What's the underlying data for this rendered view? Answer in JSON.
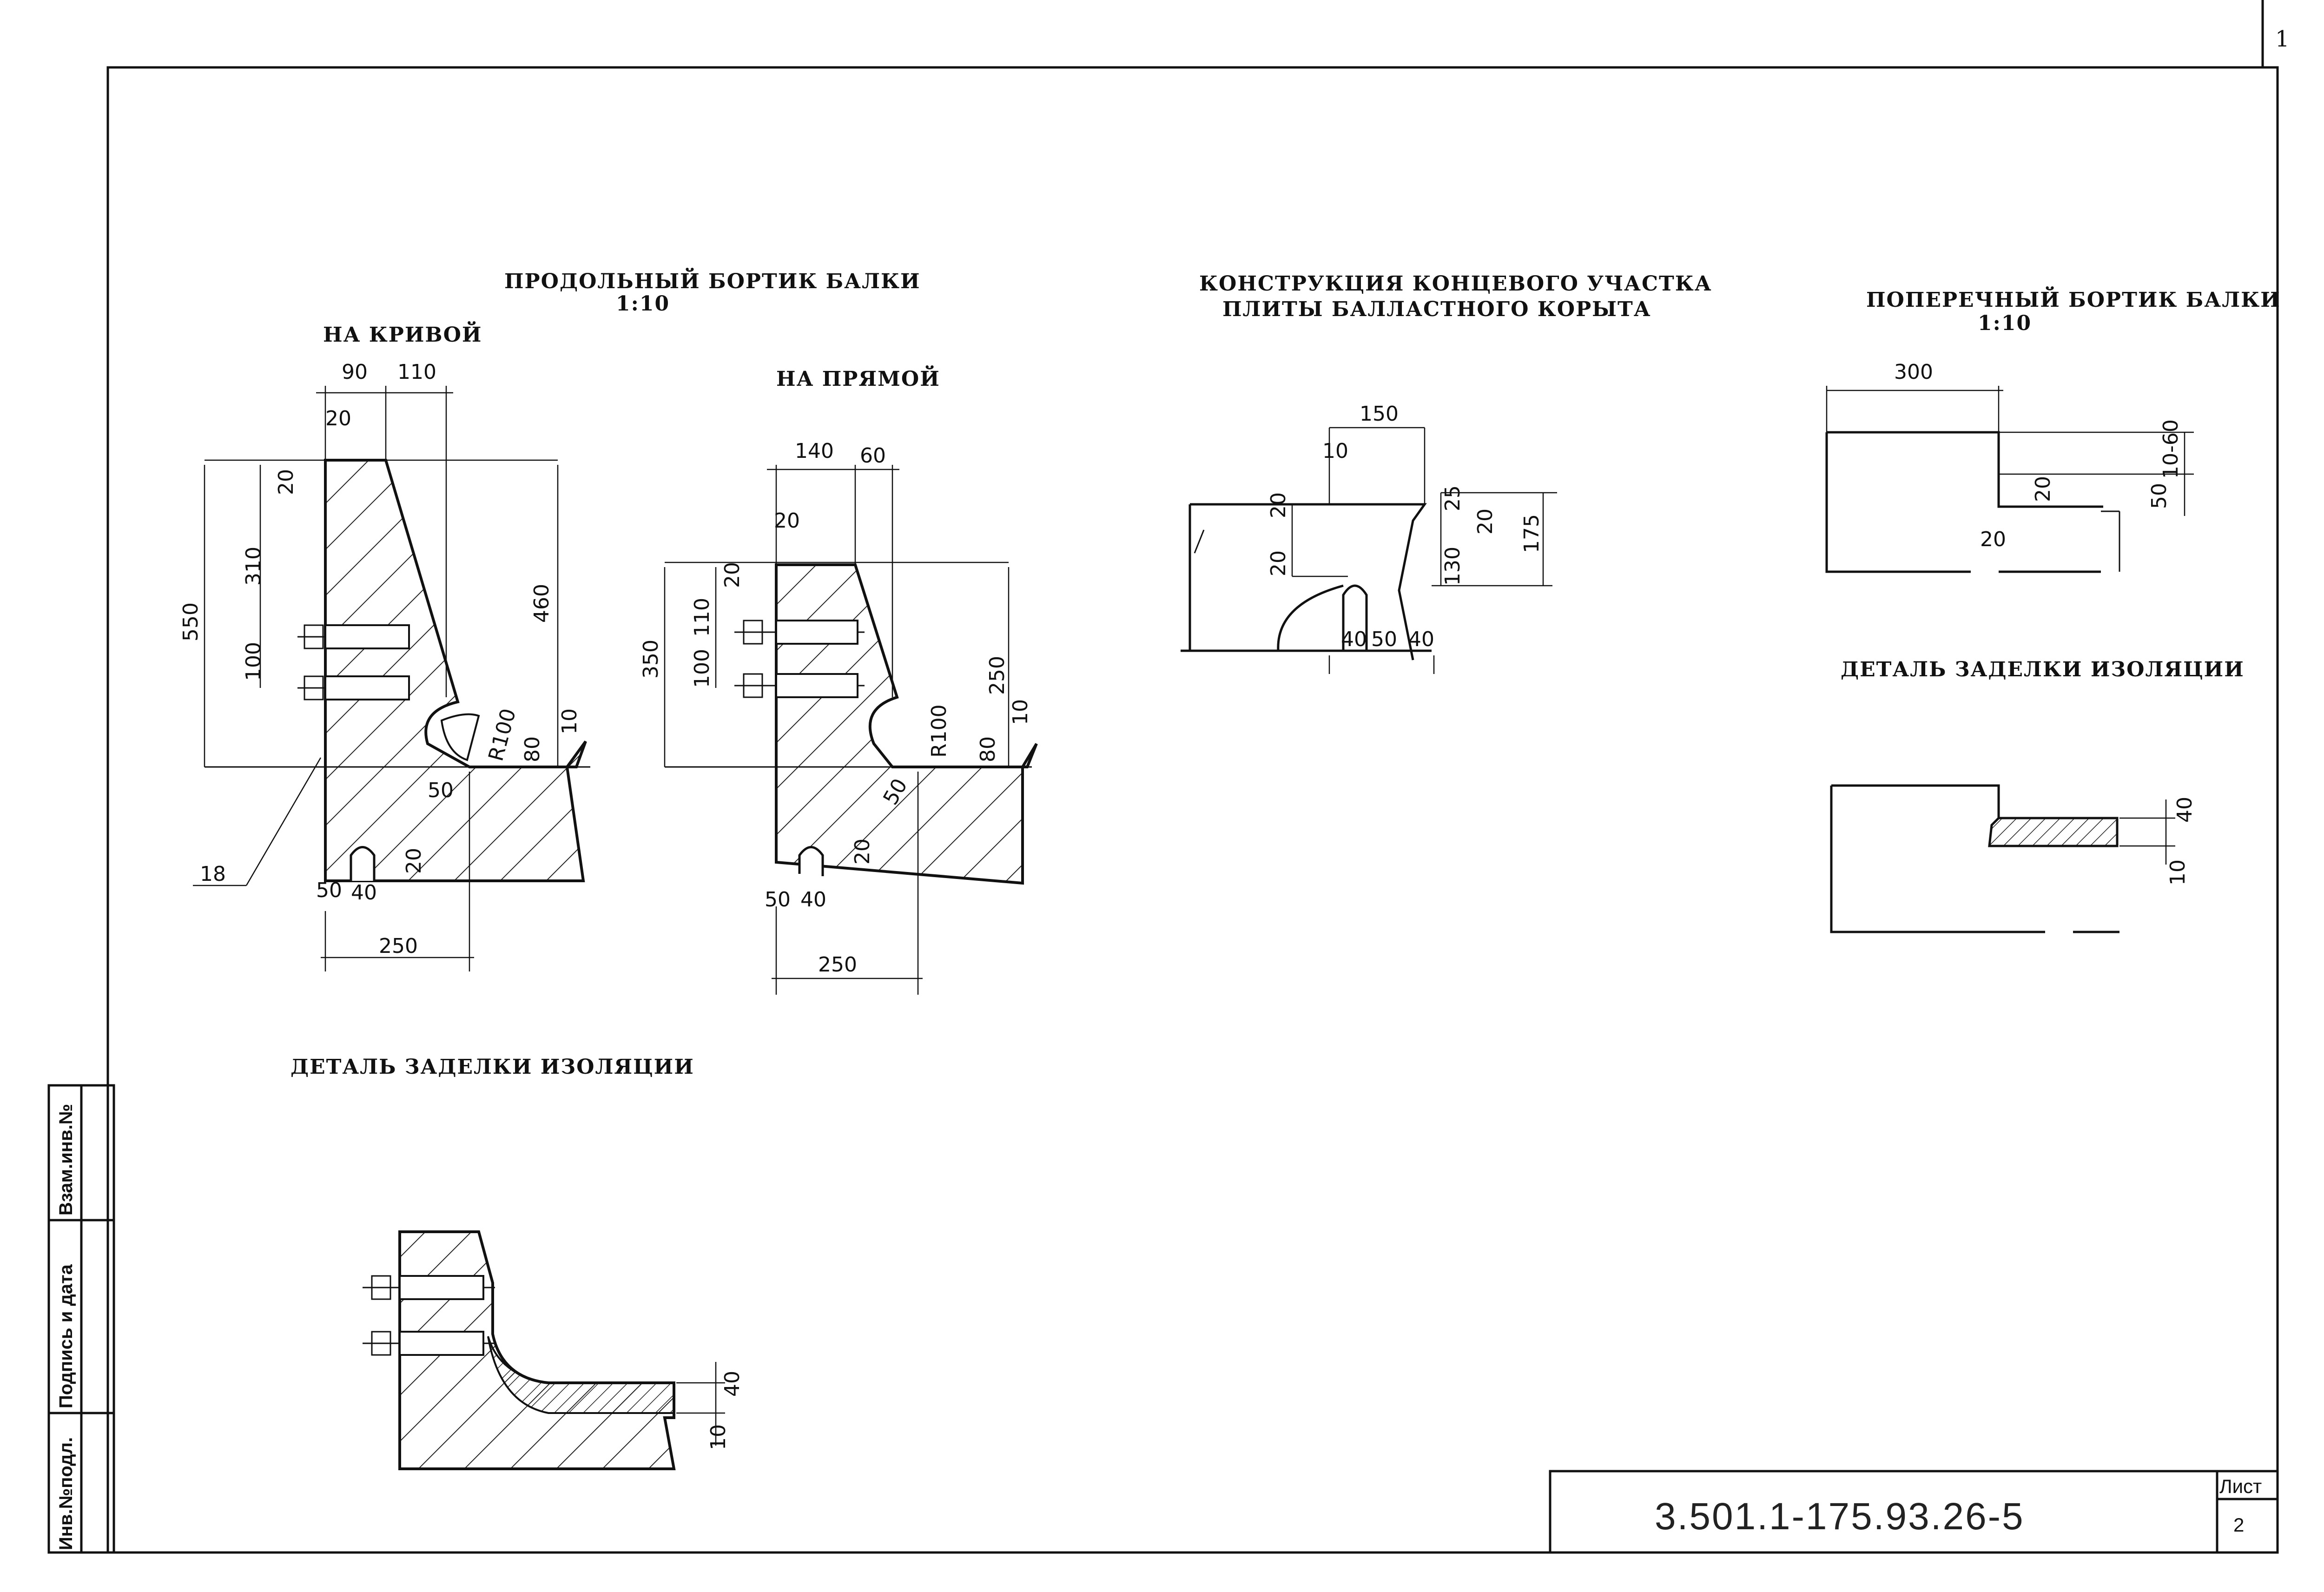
{
  "page_number": "1",
  "frame_side_labels": [
    "Взам.инв.№",
    "Подпись и дата",
    "Инв.№подл."
  ],
  "title_block": {
    "document_code": "3.501.1-175.93.26-5",
    "sheet_label": "Лист",
    "sheet_number": "2"
  },
  "views": {
    "longitudinal": {
      "title": "ПРОДОЛЬНЫЙ БОРТИК БАЛКИ",
      "scale": "1:10",
      "curve_label": "НА КРИВОЙ",
      "straight_label": "НА ПРЯМОЙ",
      "curve_dims": [
        "90",
        "110",
        "20",
        "20",
        "310",
        "550",
        "100",
        "460",
        "R100",
        "80",
        "10",
        "50",
        "20",
        "50",
        "40",
        "250",
        "18"
      ],
      "straight_dims": [
        "140",
        "60",
        "20",
        "20",
        "110",
        "350",
        "100",
        "250",
        "R100",
        "10",
        "80",
        "50",
        "20",
        "50",
        "40",
        "250"
      ]
    },
    "end_section": {
      "title_line1": "КОНСТРУКЦИЯ КОНЦЕВОГО УЧАСТКА",
      "title_line2": "ПЛИТЫ БАЛЛАСТНОГО КОРЫТА",
      "dims": [
        "150",
        "10",
        "20",
        "25",
        "20",
        "175",
        "20",
        "130",
        "40",
        "50",
        "40"
      ]
    },
    "transverse": {
      "title": "ПОПЕРЕЧНЫЙ БОРТИК БАЛКИ",
      "scale": "1:10",
      "dims": [
        "300",
        "10-60",
        "20",
        "50",
        "20"
      ]
    },
    "insulation_detail_right": {
      "title": "ДЕТАЛЬ ЗАДЕЛКИ ИЗОЛЯЦИИ",
      "dims": [
        "40",
        "10"
      ]
    },
    "insulation_detail_left": {
      "title": "ДЕТАЛЬ ЗАДЕЛКИ ИЗОЛЯЦИИ",
      "dims": [
        "40",
        "10"
      ]
    }
  }
}
